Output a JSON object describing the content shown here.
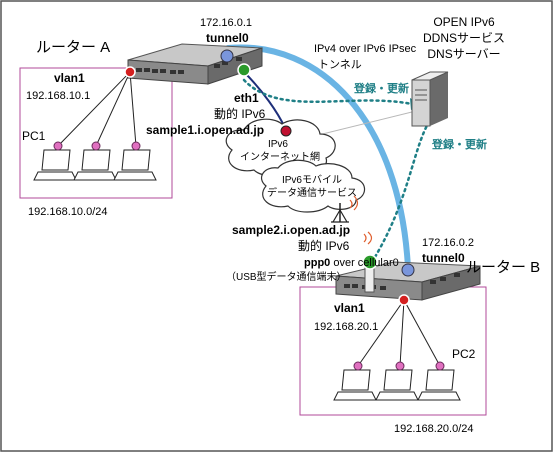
{
  "router_a": {
    "title": "ルーター A",
    "vlan": "vlan1",
    "vlan_ip": "192.168.10.1",
    "lan": "192.168.10.0/24",
    "pc": "PC1",
    "tunnel_ip": "172.16.0.1",
    "tunnel": "tunnel0",
    "eth": "eth1",
    "eth_ip": "動的 IPv6",
    "hostname": "sample1.i.open.ad.jp"
  },
  "router_b": {
    "title": "ルーター B",
    "vlan": "vlan1",
    "vlan_ip": "192.168.20.1",
    "lan": "192.168.20.0/24",
    "pc": "PC2",
    "tunnel_ip": "172.16.0.2",
    "tunnel": "tunnel0",
    "hostname": "sample2.i.open.ad.jp",
    "wan_ip": "動的 IPv6",
    "ppp_name": "ppp0",
    "ppp_desc": " over cellular0",
    "ppp_device": "（USB型データ通信端末）"
  },
  "tunnel_label": {
    "line1": "IPv4 over IPv6 IPsec",
    "line2": "トンネル"
  },
  "server": {
    "line1": "OPEN IPv6",
    "line2": "DDNSサービス",
    "line3": "DNSサーバー"
  },
  "register_label": "登録・更新",
  "cloud_internet": {
    "line1": "IPv6",
    "line2": "インターネット網"
  },
  "cloud_mobile": {
    "line1": "IPv6モバイル",
    "line2": "データ通信サービス"
  },
  "colors": {
    "tunnel": "#6ab4e4",
    "lan_box": "#b04a9a",
    "dotted": "#1f7f86",
    "router_body": "#9a9a9a",
    "port_red": "#d42020",
    "port_green": "#2a9a2a",
    "port_blue": "#6a8ad8",
    "pc_port": "#e070c0"
  }
}
